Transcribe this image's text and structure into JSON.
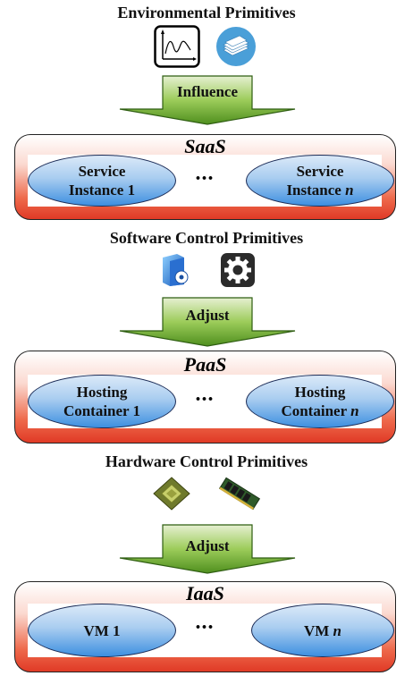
{
  "environment": {
    "title": "Environmental Primitives",
    "icons": [
      "chart-icon",
      "paper-stack-icon"
    ],
    "arrow_label": "Influence"
  },
  "saas": {
    "name": "SaaS",
    "left": {
      "line1": "Service",
      "line2": "Instance 1"
    },
    "ellipsis": "...",
    "right": {
      "line1": "Service",
      "line2_prefix": "Instance ",
      "line2_italic": "n"
    }
  },
  "software": {
    "title": "Software Control Primitives",
    "icons": [
      "software-box-icon",
      "gear-icon"
    ],
    "arrow_label": "Adjust"
  },
  "paas": {
    "name": "PaaS",
    "left": {
      "line1": "Hosting",
      "line2": "Container 1"
    },
    "ellipsis": "...",
    "right": {
      "line1": "Hosting",
      "line2_prefix": "Container ",
      "line2_italic": "n"
    }
  },
  "hardware": {
    "title": "Hardware Control Primitives",
    "icons": [
      "cpu-chip-icon",
      "memory-module-icon"
    ],
    "arrow_label": "Adjust"
  },
  "iaas": {
    "name": "IaaS",
    "left": {
      "line1": "VM 1"
    },
    "ellipsis": "...",
    "right": {
      "line1_prefix": "VM ",
      "line1_italic": "n"
    }
  }
}
